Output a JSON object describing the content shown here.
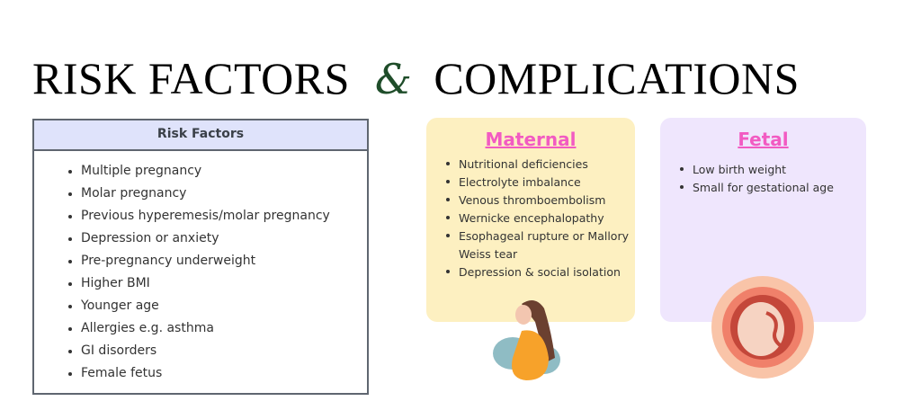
{
  "title": {
    "left": "RISK FACTORS",
    "amp": "&",
    "right": "COMPLICATIONS"
  },
  "risk_factors": {
    "header": "Risk Factors",
    "items": [
      "Multiple pregnancy",
      "Molar pregnancy",
      "Previous hyperemesis/molar pregnancy",
      "Depression or anxiety",
      "Pre-pregnancy underweight",
      "Higher BMI",
      "Younger age",
      "Allergies e.g. asthma",
      "GI disorders",
      "Female fetus"
    ]
  },
  "maternal": {
    "heading": "Maternal",
    "items": [
      "Nutritional deficiencies",
      "Electrolyte imbalance",
      "Venous thromboembolism",
      "Wernicke encephalopathy",
      "Esophageal rupture or Mallory Weiss tear",
      "Depression & social isolation"
    ]
  },
  "fetal": {
    "heading": "Fetal",
    "items": [
      "Low birth weight",
      "Small for gestational age"
    ]
  }
}
